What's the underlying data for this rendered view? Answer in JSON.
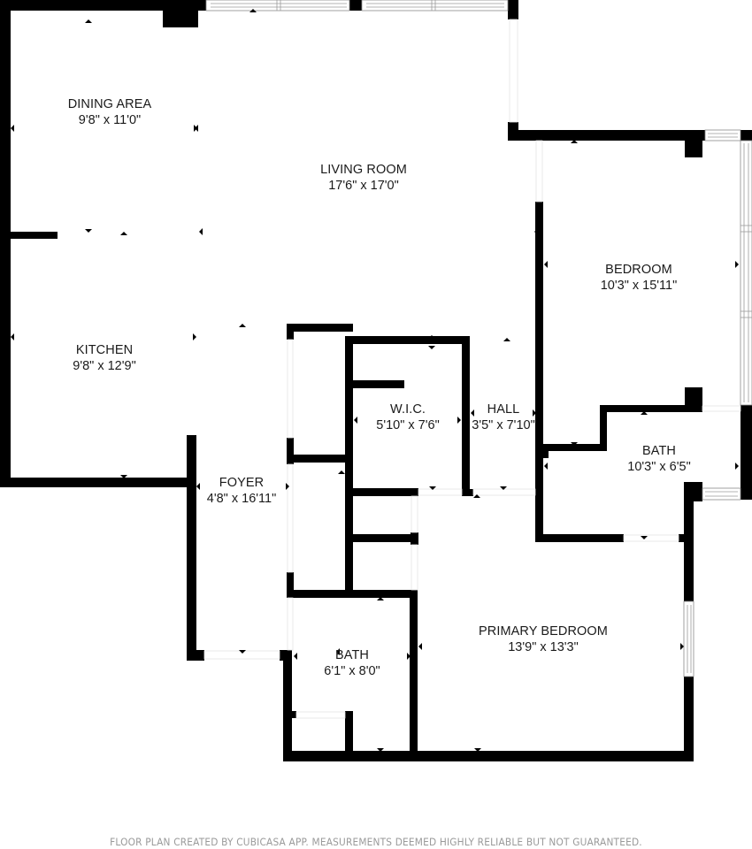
{
  "floor_plan": {
    "rooms": [
      {
        "id": "dining-area",
        "name": "DINING AREA",
        "dimensions": "9'8\" x 11'0\""
      },
      {
        "id": "living-room",
        "name": "LIVING ROOM",
        "dimensions": "17'6\" x 17'0\""
      },
      {
        "id": "bedroom",
        "name": "BEDROOM",
        "dimensions": "10'3\" x 15'11\""
      },
      {
        "id": "kitchen",
        "name": "KITCHEN",
        "dimensions": "9'8\" x 12'9\""
      },
      {
        "id": "wic",
        "name": "W.I.C.",
        "dimensions": "5'10\" x 7'6\""
      },
      {
        "id": "hall",
        "name": "HALL",
        "dimensions": "3'5\" x 7'10\""
      },
      {
        "id": "bath-1",
        "name": "BATH",
        "dimensions": "10'3\" x 6'5\""
      },
      {
        "id": "foyer",
        "name": "FOYER",
        "dimensions": "4'8\" x 16'11\""
      },
      {
        "id": "primary-bedroom",
        "name": "PRIMARY BEDROOM",
        "dimensions": "13'9\" x 13'3\""
      },
      {
        "id": "bath-2",
        "name": "BATH",
        "dimensions": "6'1\" x 8'0\""
      }
    ]
  },
  "footer": {
    "disclaimer": "FLOOR PLAN CREATED BY CUBICASA APP. MEASUREMENTS DEEMED HIGHLY RELIABLE BUT NOT GUARANTEED."
  },
  "colors": {
    "wall": "#000000",
    "background": "#ffffff",
    "footer_text": "#9a9a9a"
  }
}
